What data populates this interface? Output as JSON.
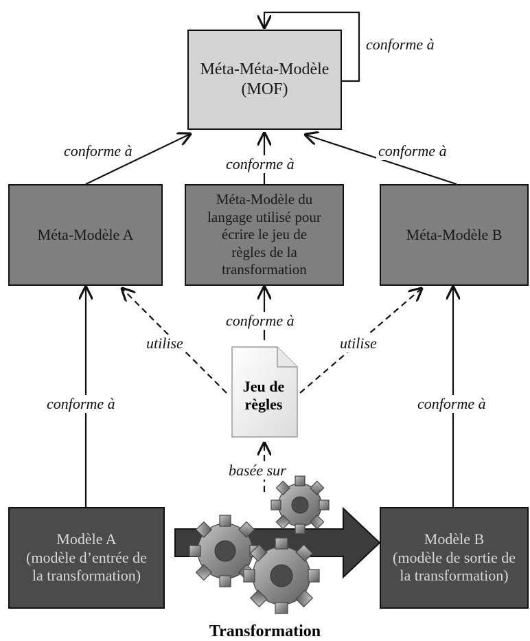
{
  "meta_meta_model": {
    "line1": "Méta-Méta-Modèle",
    "line2": "(MOF)"
  },
  "meta_model_a": {
    "label": "Méta-Modèle A"
  },
  "meta_model_b": {
    "label": "Méta-Modèle B"
  },
  "meta_model_rules": {
    "lines": [
      "Méta-Modèle du",
      "langage utilisé pour",
      "écrire le jeu de",
      "règles de la",
      "transformation"
    ]
  },
  "model_a": {
    "lines": [
      "Modèle A",
      "(modèle d’entrée de",
      "la transformation)"
    ]
  },
  "model_b": {
    "lines": [
      "Modèle B",
      "(modèle de sortie de",
      "la transformation)"
    ]
  },
  "rule_set": {
    "lines": [
      "Jeu de",
      "règles"
    ]
  },
  "labels": {
    "conforms_to": "conforme à",
    "uses": "utilise",
    "based_on": "basée sur"
  },
  "caption": "Transformation",
  "colors": {
    "meta_meta_fill": "#d4d4d4",
    "meta_fill": "#7f7f7f",
    "model_fill": "#4b4b4b",
    "gear": "#8a8a8a",
    "big_arrow": "#3c3c3c"
  }
}
